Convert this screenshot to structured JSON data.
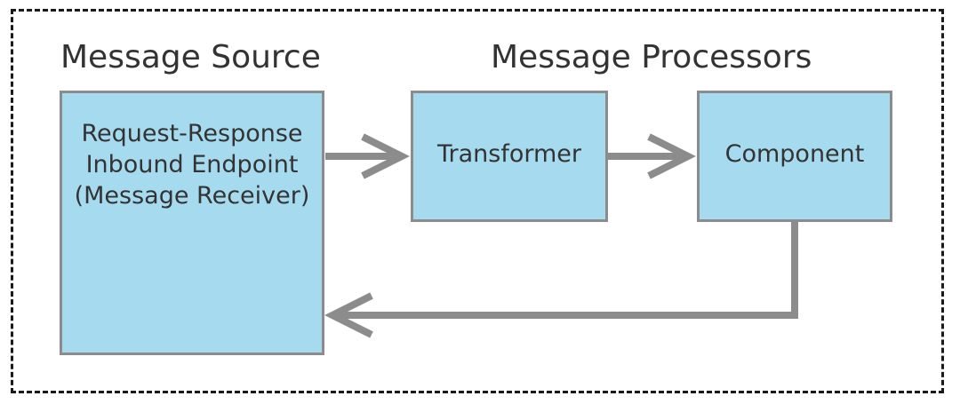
{
  "headings": {
    "source": "Message Source",
    "processors": "Message Processors"
  },
  "boxes": {
    "source": "Request-Response\nInbound Endpoint\n(Message Receiver)",
    "transformer": "Transformer",
    "component": "Component"
  },
  "colors": {
    "box_fill": "#a6dbef",
    "box_border": "#8c8c8c",
    "arrow": "#8c8c8c",
    "frame": "#1a1a1a",
    "text": "#333333"
  }
}
